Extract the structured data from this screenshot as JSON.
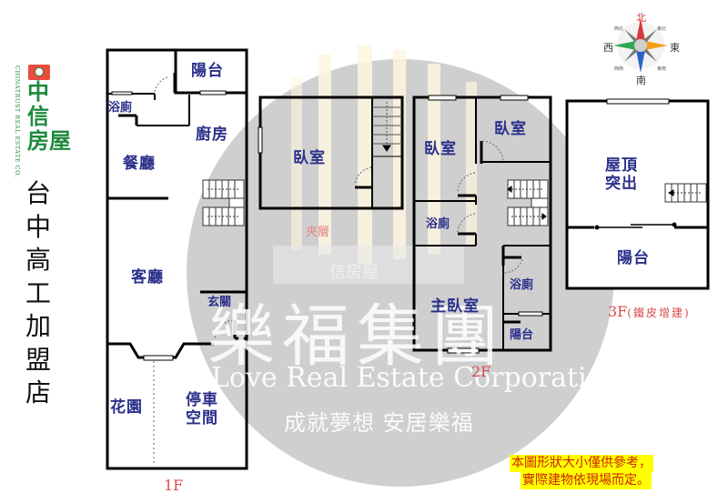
{
  "logo": {
    "brand_cn": [
      "中",
      "信",
      "房屋"
    ],
    "brand_en": "CHINATRUST REAL ESTATE CO.",
    "brand_color": "#1e8a3c",
    "emblem_color": "#e84c3d"
  },
  "branch": {
    "chars": [
      "台",
      "中",
      "高",
      "工",
      "加",
      "盟",
      "店"
    ]
  },
  "compass": {
    "north": "北",
    "south": "南",
    "east": "東",
    "west": "西",
    "northeast": "東北",
    "northwest": "西北",
    "southeast": "東南",
    "southwest": "西南"
  },
  "floors": {
    "f1": {
      "label": "1F",
      "rooms": {
        "balcony": "陽台",
        "bathroom": "浴廁",
        "kitchen": "廚房",
        "dining": "餐廳",
        "living": "客廳",
        "entrance": "玄關",
        "garden": "花園",
        "parking_line1": "停車",
        "parking_line2": "空間"
      }
    },
    "mezzanine": {
      "label": "夾層",
      "rooms": {
        "bedroom": "臥室"
      }
    },
    "f2": {
      "label": "2F",
      "rooms": {
        "bedroom_left": "臥室",
        "bedroom_right": "臥室",
        "bathroom": "浴廁",
        "master_bedroom": "主臥室",
        "master_bathroom": "浴廁",
        "balcony": "陽台"
      }
    },
    "f3": {
      "label": "3F",
      "label_note": "(鐵皮增建)",
      "rooms": {
        "roof_line1": "屋頂",
        "roof_line2": "突出",
        "balcony": "陽台"
      }
    }
  },
  "watermark": {
    "main": "樂福集團",
    "english": "Love Real Estate Corporation",
    "slogan": "成就夢想 安居樂福",
    "sub": "信房屋"
  },
  "notice": {
    "line1": "本圖形狀大小僅供參考，",
    "line2": "實際建物依現場而定。",
    "highlight_color": "#ffff00",
    "text_color": "#cc2200"
  },
  "colors": {
    "room_text": "#2a2f8a",
    "floor_label": "#d84b4b",
    "wall": "#000000",
    "watermark_disc": "#cfcfcf"
  }
}
